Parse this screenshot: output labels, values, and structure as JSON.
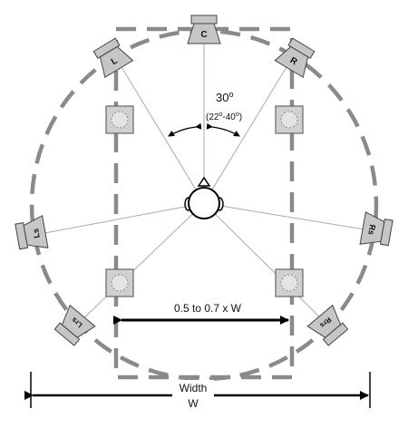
{
  "speakers": {
    "center": "C",
    "left": "L",
    "right": "R",
    "left_surround": "Ls",
    "right_surround": "Rs",
    "left_rear_surround": "Lrs",
    "right_rear_surround": "Rrs"
  },
  "angle": {
    "value": "30",
    "degree": "o",
    "range_open": "(22",
    "range_mid": "-40",
    "range_close": ")"
  },
  "inner_dimension": "0.5 to 0.7 x W",
  "width_label": "Width",
  "width_symbol": "W"
}
